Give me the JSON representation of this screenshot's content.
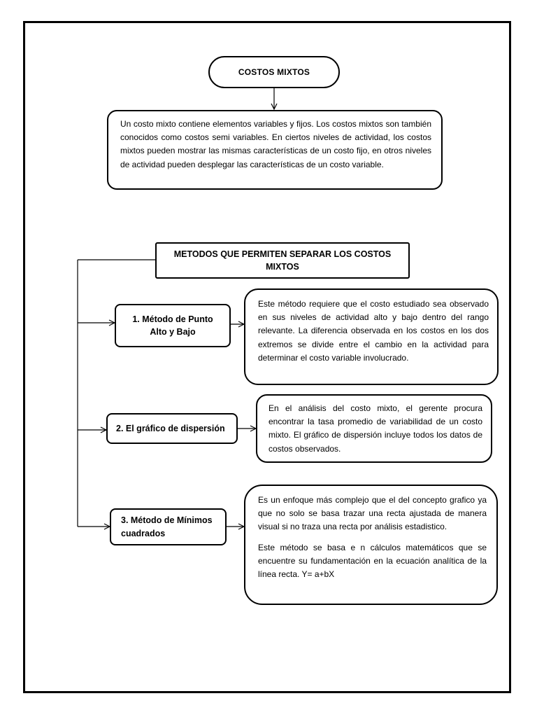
{
  "title": "COSTOS MIXTOS",
  "intro": "Un costo mixto contiene elementos variables y fijos. Los costos mixtos son también conocidos como costos semi variables. En ciertos niveles de actividad, los costos mixtos pueden mostrar las mismas características de un costo fijo, en otros niveles de actividad pueden desplegar las características de un costo variable.",
  "methods_heading": "METODOS QUE PERMITEN SEPARAR LOS COSTOS MIXTOS",
  "methods": [
    {
      "label": "1. Método de Punto Alto y Bajo",
      "description": "Este método requiere que el costo estudiado sea observado en sus niveles de actividad alto y bajo dentro del rango relevante. La diferencia observada en los costos en los dos extremos se divide entre el cambio en la actividad para determinar el costo variable involucrado."
    },
    {
      "label": "2. El gráfico de dispersión",
      "description": "En el análisis del costo mixto, el gerente procura encontrar la tasa promedio de variabilidad de un costo mixto. El gráfico de dispersión incluye todos los datos de costos observados."
    },
    {
      "label": "3. Método de Mínimos cuadrados",
      "description": "Es un enfoque más complejo que el del concepto grafico ya que no solo se basa  trazar una recta ajustada de manera visual si no  traza una recta por análisis estadistico.",
      "description_2": "Este método se basa e n cálculos matemáticos que se encuentre  su fundamentación en la ecuación analítica de la línea recta. Y= a+bX"
    }
  ]
}
